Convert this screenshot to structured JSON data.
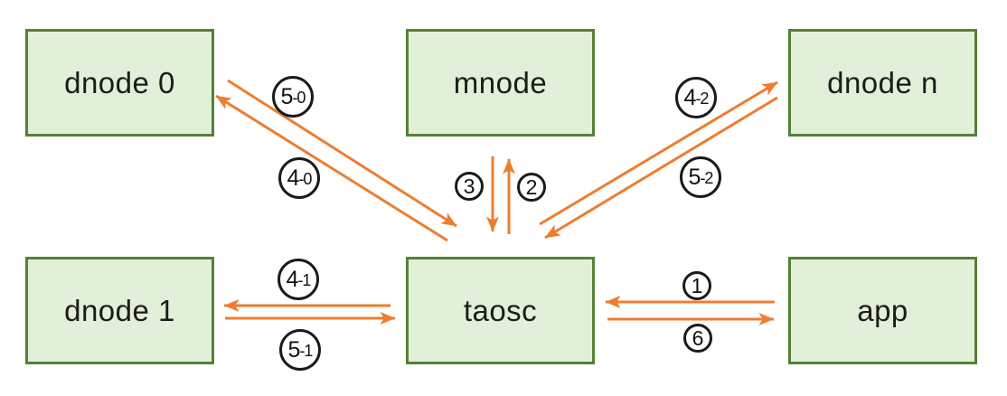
{
  "diagram": {
    "colors": {
      "arrow": "#ed7d31",
      "node-fill": "#e2efd9",
      "node-border": "#538135",
      "label-stroke": "#1a1a1a",
      "node-text": "#1c1c1c"
    },
    "nodes": [
      {
        "id": "dnode0",
        "label": "dnode 0"
      },
      {
        "id": "mnode",
        "label": "mnode"
      },
      {
        "id": "dnoden",
        "label": "dnode n"
      },
      {
        "id": "dnode1",
        "label": "dnode 1"
      },
      {
        "id": "taosc",
        "label": "taosc"
      },
      {
        "id": "app",
        "label": "app"
      }
    ],
    "edges": [
      {
        "label": "1",
        "from": "app",
        "to": "taosc"
      },
      {
        "label": "2",
        "from": "taosc",
        "to": "mnode"
      },
      {
        "label": "3",
        "from": "mnode",
        "to": "taosc"
      },
      {
        "label": "4-0",
        "from": "taosc",
        "to": "dnode 0"
      },
      {
        "label": "5-0",
        "from": "dnode 0",
        "to": "taosc"
      },
      {
        "label": "4-1",
        "from": "taosc",
        "to": "dnode 1"
      },
      {
        "label": "5-1",
        "from": "dnode 1",
        "to": "taosc"
      },
      {
        "label": "4-2",
        "from": "taosc",
        "to": "dnode n"
      },
      {
        "label": "5-2",
        "from": "dnode n",
        "to": "taosc"
      },
      {
        "label": "6",
        "from": "taosc",
        "to": "app"
      }
    ]
  }
}
